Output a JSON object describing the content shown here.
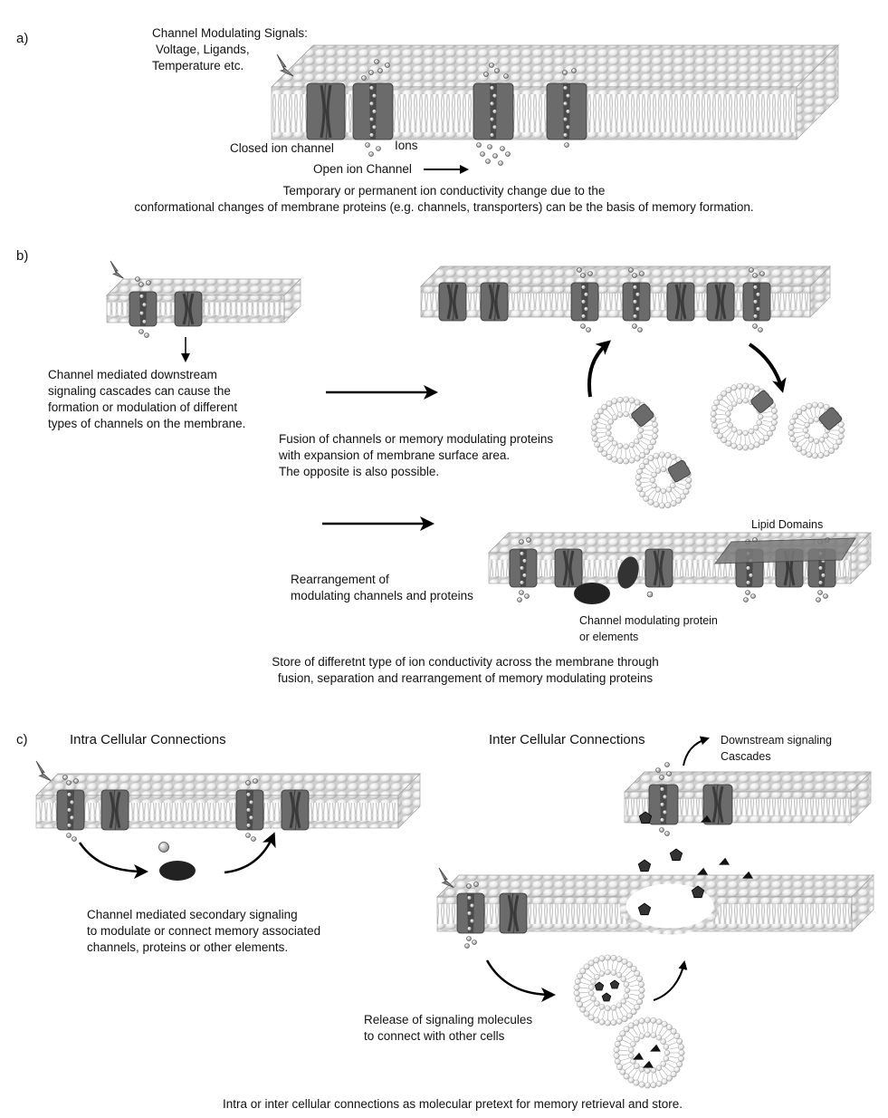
{
  "panel_a": {
    "label": "a)",
    "signals_title": "Channel Modulating Signals:",
    "signals_line2": "Voltage, Ligands,",
    "signals_line3": "Temperature etc.",
    "closed_channel": "Closed ion channel",
    "ions": "Ions",
    "open_channel": "Open ion Channel",
    "caption_line1": "Temporary or permanent  ion conductivity change due to the",
    "caption_line2": "conformational changes of membrane proteins (e.g. channels, transporters) can be the basis of  memory formation."
  },
  "panel_b": {
    "label": "b)",
    "downstream_line1": "Channel mediated downstream",
    "downstream_line2": "signaling cascades can cause the",
    "downstream_line3": "formation or modulation of different",
    "downstream_line4": " types of channels on the membrane.",
    "fusion_line1": "Fusion of channels or  memory modulating proteins",
    "fusion_line2": "with expansion of  membrane surface area.",
    "fusion_line3": "The opposite is also possible.",
    "lipid_domains": "Lipid Domains",
    "rearr_line1": "Rearrangement of",
    "rearr_line2": "modulating channels and proteins",
    "modprot_line1": "Channel modulating protein",
    "modprot_line2": "or elements",
    "caption_line1": "Store of differetnt type of  ion conductivity across the membrane through",
    "caption_line2": "fusion, separation and rearrangement of memory modulating  proteins"
  },
  "panel_c": {
    "label": "c)",
    "intra_title": "Intra Cellular Connections",
    "inter_title": "Inter Cellular Connections",
    "downstream_line1": "Downstream signaling",
    "downstream_line2": "Cascades",
    "secondary_line1": "Channel mediated secondary signaling",
    "secondary_line2": "to modulate or connect memory associated",
    "secondary_line3": " channels, proteins or other elements.",
    "release_line1": "Release of signaling molecules",
    "release_line2": "to connect with other cells",
    "caption": "Intra or inter cellular connections as molecular pretext for memory retrieval and store."
  },
  "colors": {
    "channel": "#6b6b6b",
    "channel_dark": "#3a3a3a",
    "membrane_bead": "#e4e4e4",
    "lipid_domain": "#7a7a7a",
    "arrow": "#000000"
  }
}
